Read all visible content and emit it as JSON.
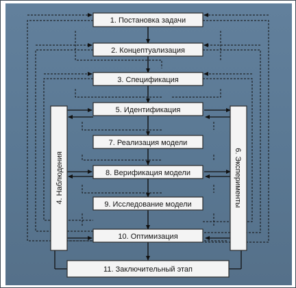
{
  "diagram": {
    "stages": [
      {
        "id": "s1",
        "label": "1. Постановка задачи"
      },
      {
        "id": "s2",
        "label": "2. Концептуализация"
      },
      {
        "id": "s3",
        "label": "3. Спецификация"
      },
      {
        "id": "s5",
        "label": "5. Идентификация"
      },
      {
        "id": "s7",
        "label": "7. Реализация модели"
      },
      {
        "id": "s8",
        "label": "8. Верификация модели"
      },
      {
        "id": "s9",
        "label": "9. Исследование модели"
      },
      {
        "id": "s10",
        "label": "10. Оптимизация"
      },
      {
        "id": "s11",
        "label": "11. Заключительный этап"
      }
    ],
    "left_label": "4. Наблюдения",
    "right_label": "6. Эксперименты"
  },
  "colors": {
    "background": "#5d7b97",
    "box_fill": "#f4f4f4",
    "box_border": "#2b2b2b",
    "solid_arrow": "#111111",
    "dashed_arrow": "#111111"
  }
}
